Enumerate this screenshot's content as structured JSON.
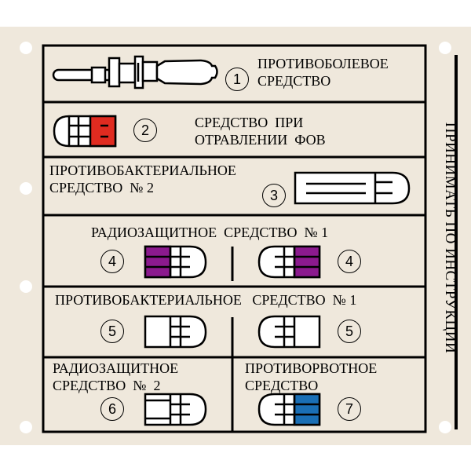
{
  "colors": {
    "card": "#efe8dc",
    "ink": "#000000",
    "red": "#e02b20",
    "purple": "#8b1a8e",
    "blue": "#1a6fb5"
  },
  "side_label": "ПРИНИМАТЬ ПО ИНСТРУКЦИИ",
  "rows": {
    "r1": {
      "text": "ПРОТИВОБОЛЕВОЕ\nСРЕДСТВО",
      "num": "1",
      "icon": "syringe-tube-icon"
    },
    "r2": {
      "text": "СРЕДСТВО  ПРИ\nОТРАВЛЕНИИ  ФОВ",
      "num": "2",
      "icon": "red-pencil-case-icon"
    },
    "r3": {
      "text": "ПРОТИВОБАКТЕРИАЛЬНОЕ\nСРЕДСТВО  № 2",
      "num": "3",
      "icon": "long-pencil-case-icon"
    },
    "r4": {
      "text": "РАДИОЗАЩИТНОЕ  СРЕДСТВО  № 1",
      "num_left": "4",
      "num_right": "4",
      "icon": "purple-pencil-case-icon"
    },
    "r5": {
      "text": "ПРОТИВОБАКТЕРИАЛЬНОЕ   СРЕДСТВО  № 1",
      "num_left": "5",
      "num_right": "5",
      "icon": "plain-pencil-case-icon"
    },
    "r6": {
      "text": "РАДИОЗАЩИТНОЕ\nСРЕДСТВО  №  2",
      "num": "6",
      "icon": "striped-pencil-case-icon"
    },
    "r7": {
      "text": "ПРОТИВОРВОТНОЕ\nСРЕДСТВО",
      "num": "7",
      "icon": "blue-pencil-case-icon"
    }
  }
}
